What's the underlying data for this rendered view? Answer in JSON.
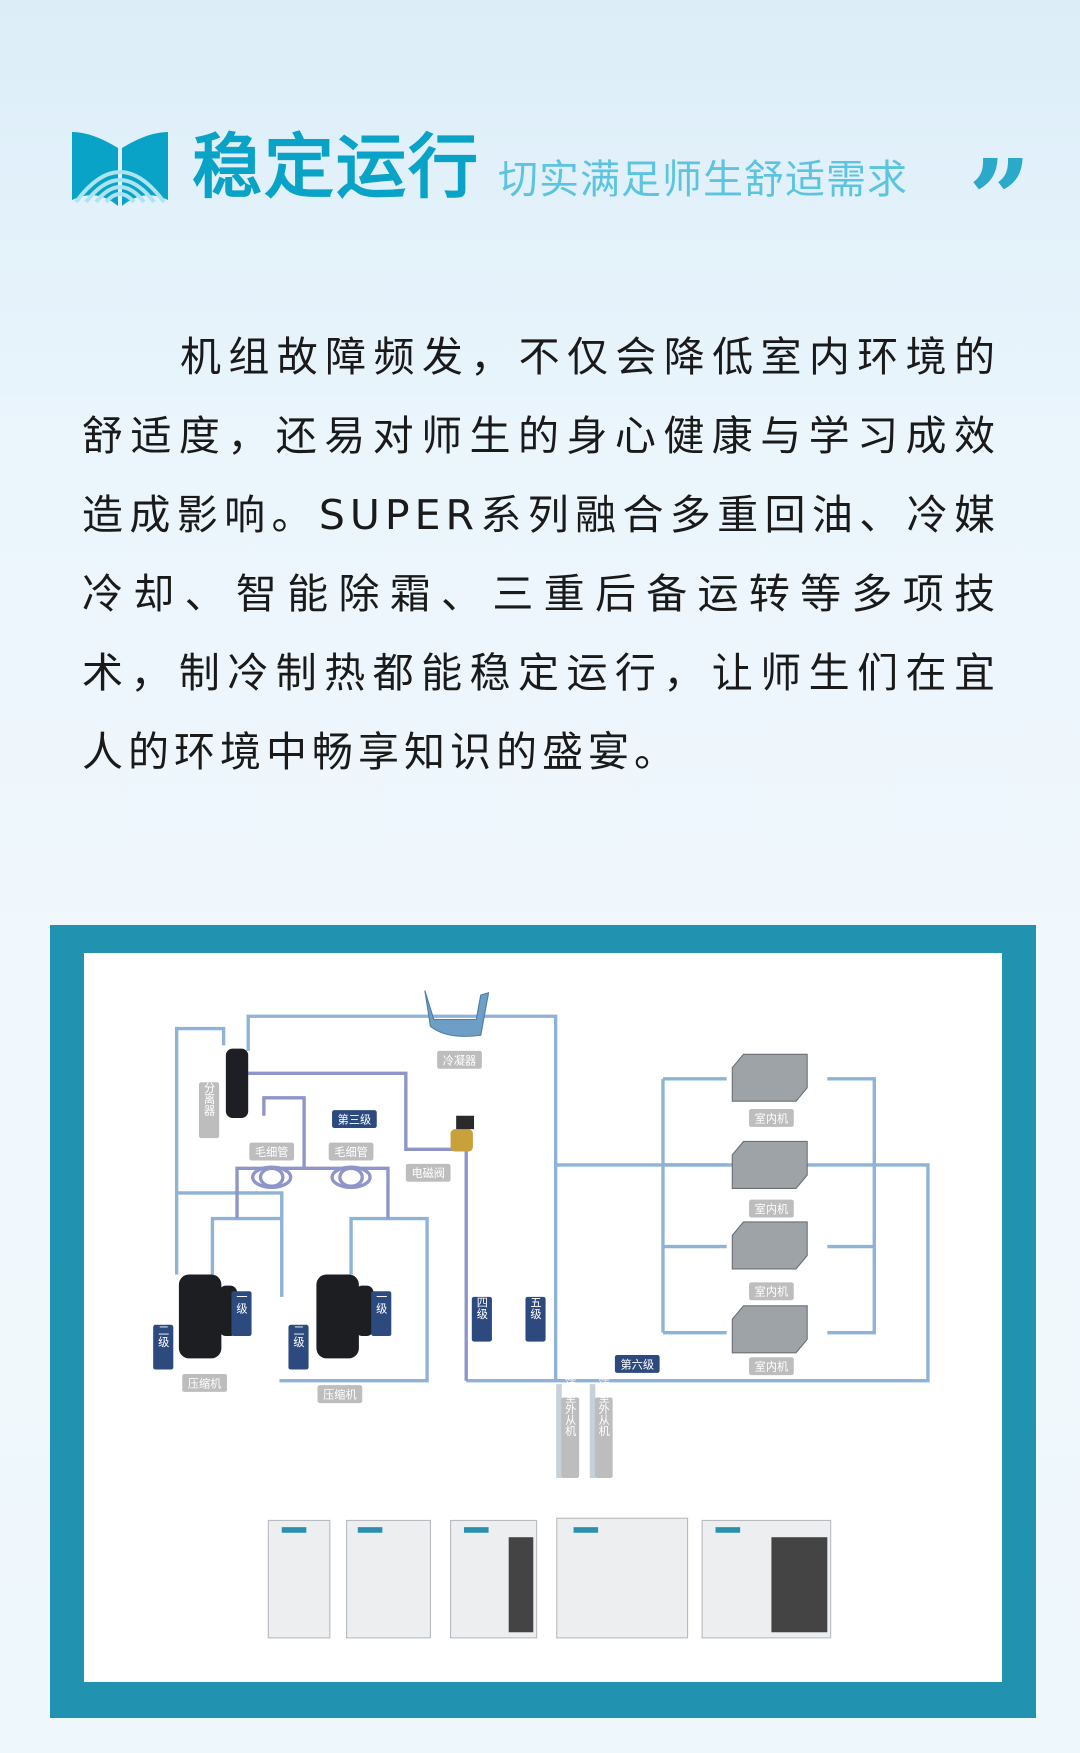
{
  "header": {
    "title": "稳定运行",
    "subtitle": "切实满足师生舒适需求",
    "quote_mark": "”"
  },
  "paragraph": "机组故障频发，不仅会降低室内环境的舒适度，还易对师生的身心健康与学习成效造成影响。SUPER系列融合多重回油、冷媒冷却、智能除霜、三重后备运转等多项技术，制冷制热都能稳定运行，让师生们在宜人的环境中畅享知识的盛宴。",
  "diagram": {
    "condenser": "冷凝器",
    "oil_separator": "油分离器",
    "stage3": "第三级",
    "capillary_1": "毛细管",
    "capillary_2": "毛细管",
    "solenoid_valve": "电磁阀",
    "stage1_a": "第一级",
    "stage1_b": "第一级",
    "stage2_a": "第二级",
    "stage2_b": "第二级",
    "compressor_a": "压缩机",
    "compressor_b": "压缩机",
    "stage4": "第四级",
    "stage5": "第五级",
    "stage6": "第六级",
    "indoor_units": [
      "室内机",
      "室内机",
      "室内机",
      "室内机"
    ],
    "outdoor_link_1": "连接室外从机",
    "outdoor_link_2": "连接室外从机"
  },
  "colors": {
    "accent": "#08a3c6",
    "frame": "#2193b0",
    "pipe": "#7fa8cf",
    "pipe_dark": "#2f4c7c",
    "label_gray": "#b9b9b9",
    "label_navy": "#2d4a7e"
  }
}
